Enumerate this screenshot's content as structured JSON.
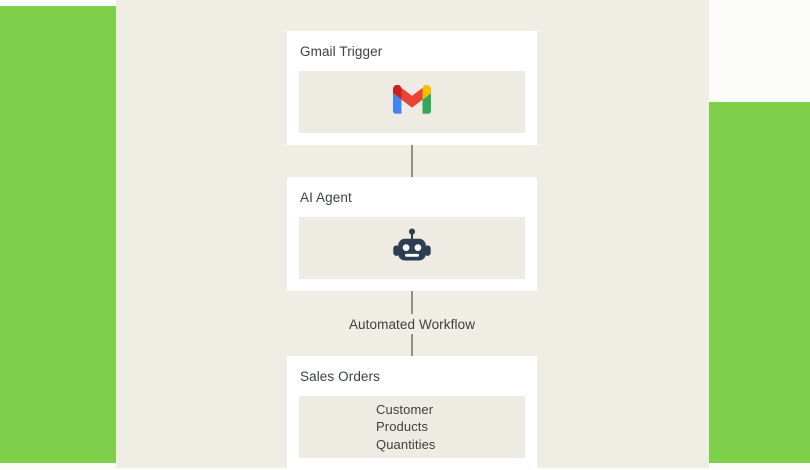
{
  "diagram": {
    "title": "Automated Workflow",
    "connector_label": "Automated Workflow",
    "colors": {
      "accent_green": "#7ED04B",
      "canvas_beige": "#EFEDE4",
      "card_white": "#FFFFFF",
      "panel_beige": "#EDEBE2",
      "text_dark": "#3B423B",
      "connector_line": "#8C937F",
      "robot_navy": "#2C3E50",
      "gmail_red": "#EA4335",
      "gmail_blue": "#4285F4",
      "gmail_green": "#34A853",
      "gmail_yellow": "#FBBC04"
    },
    "nodes": [
      {
        "id": "gmail-trigger",
        "title": "Gmail Trigger",
        "icon": "gmail-icon",
        "body_type": "icon"
      },
      {
        "id": "ai-agent",
        "title": "AI Agent",
        "icon": "robot-icon",
        "body_type": "icon"
      },
      {
        "id": "sales-orders",
        "title": "Sales Orders",
        "body_type": "list",
        "fields": [
          "Customer",
          "Products",
          "Quantities"
        ]
      }
    ]
  }
}
